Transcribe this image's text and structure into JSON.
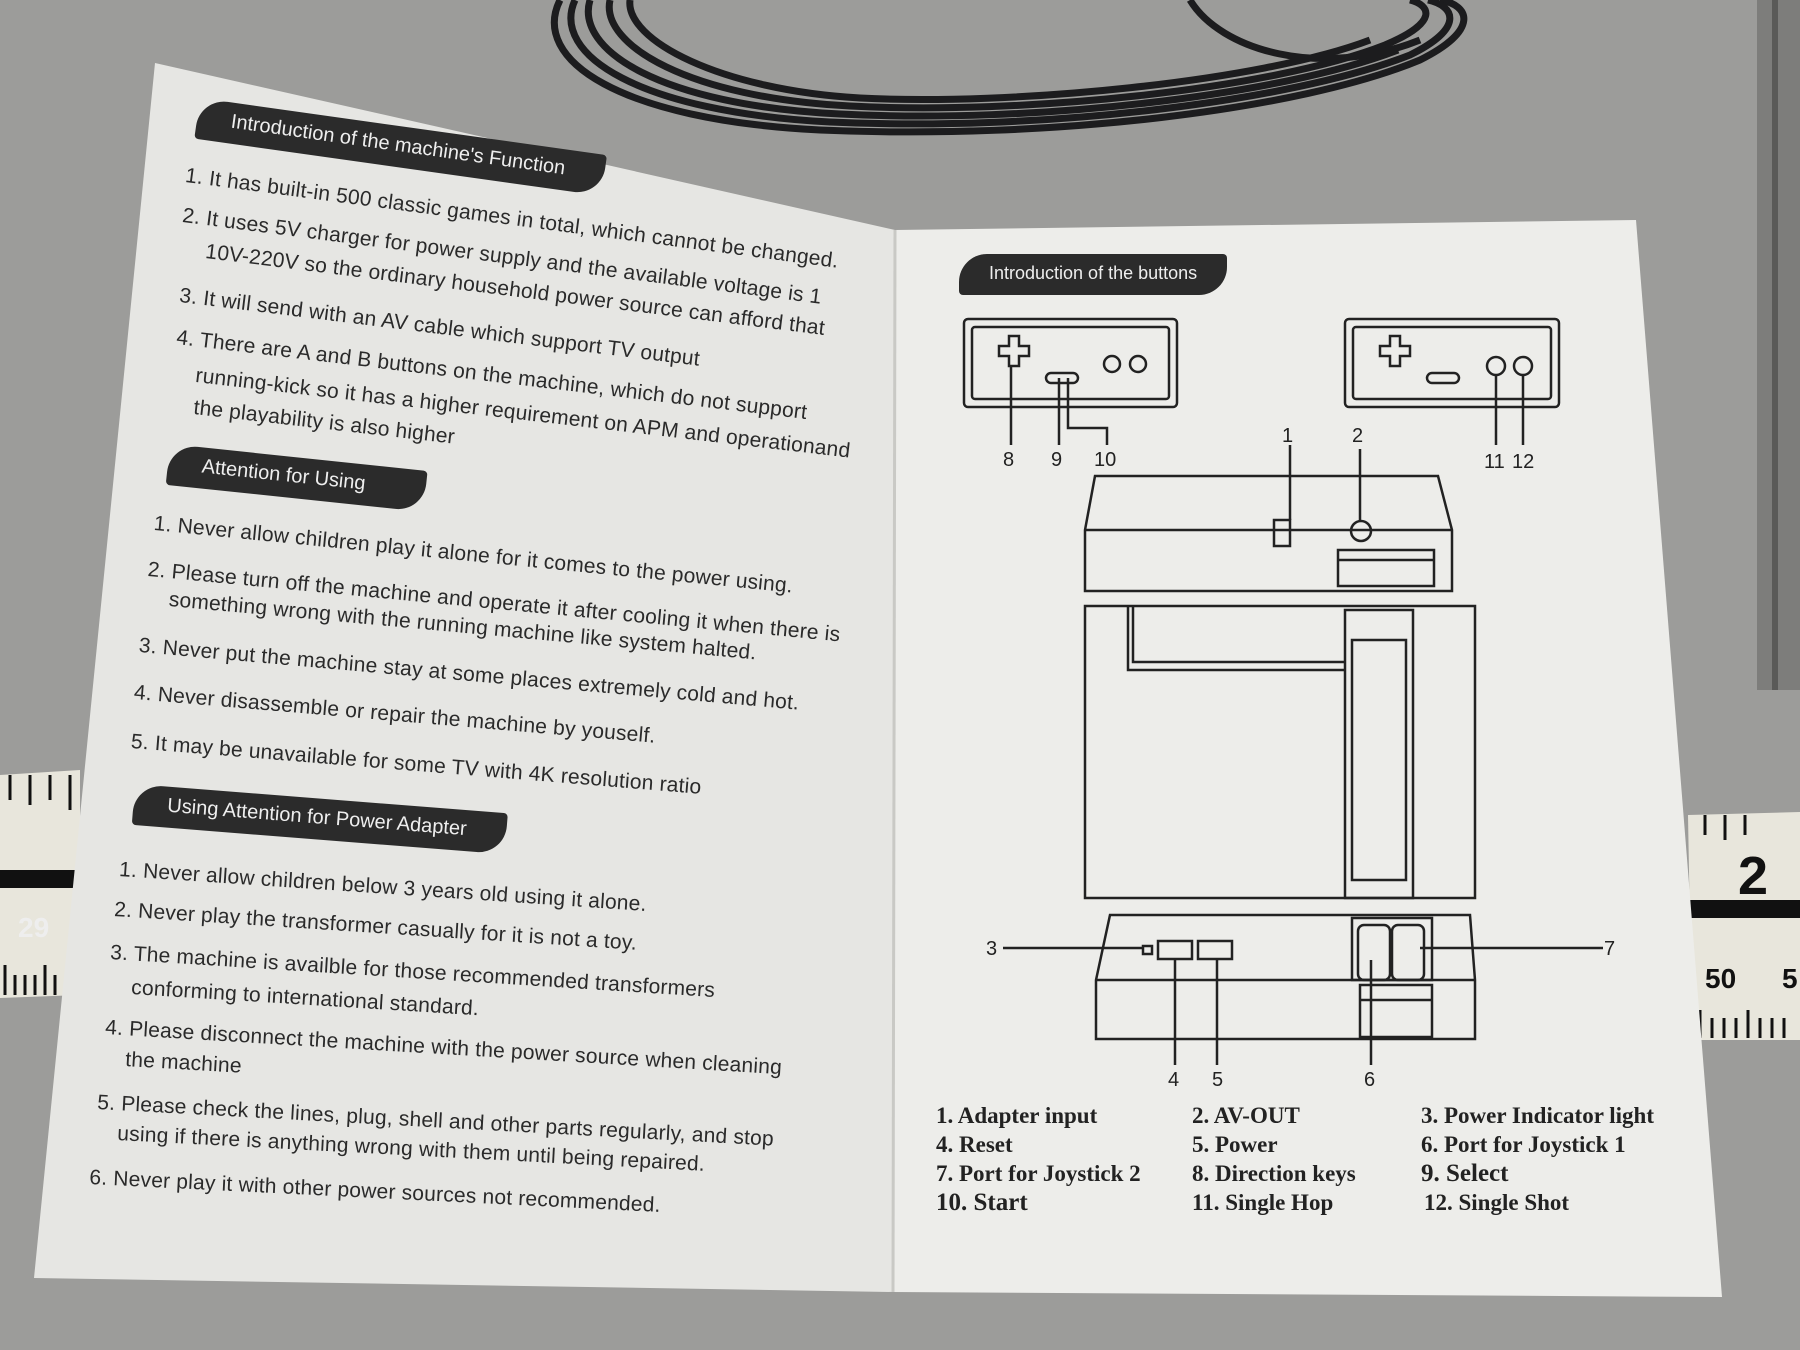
{
  "left_page": {
    "sections": [
      {
        "title": "Introduction of the machine's Function",
        "lines": [
          "1. It has built-in 500 classic games in total, which cannot be changed.",
          "2. It uses 5V charger for power supply and the available voltage is 1",
          "10V-220V so the ordinary household power source can afford that",
          "3. It will send with an AV cable which support TV output",
          "4. There are A and B buttons on the machine, which do not support",
          "running-kick so it has a higher requirement on APM and operationand",
          "the playability is also higher"
        ]
      },
      {
        "title": "Attention for Using",
        "lines": [
          "1. Never allow children play it alone for it comes to the power using.",
          "2. Please turn off the machine and operate it after cooling it when there is",
          "something wrong with the running machine like system halted.",
          "3. Never put the machine stay at some places extremely cold and hot.",
          "4. Never disassemble or repair the machine by youself.",
          "5. It may be unavailable for some TV with 4K resolution ratio"
        ]
      },
      {
        "title": "Using Attention for Power Adapter",
        "lines": [
          "1. Never allow children below 3 years old using it alone.",
          "2. Never play the transformer casually for it is not a toy.",
          "3. The machine is availble for those recommended transformers",
          "conforming to international standard.",
          "4. Please disconnect the machine with the power source when cleaning",
          "the machine",
          "5. Please check the lines, plug, shell and other parts regularly, and stop",
          "using if there is anything wrong with them until being repaired.",
          "6. Never play it with other power sources not recommended."
        ]
      }
    ]
  },
  "right_page": {
    "title": "Introduction of the buttons",
    "callouts": [
      "1",
      "2",
      "3",
      "4",
      "5",
      "6",
      "7",
      "8",
      "9",
      "10",
      "11",
      "12"
    ],
    "legend": [
      "1. Adapter input",
      "2. AV-OUT",
      "3. Power Indicator light",
      "4. Reset",
      "5. Power",
      "6. Port for Joystick 1",
      "7. Port for Joystick 2",
      "8. Direction keys",
      "9. Select",
      "10. Start",
      "11. Single Hop",
      "12. Single Shot"
    ]
  },
  "rulers": {
    "left_mark": "29",
    "right_mark_top": "2",
    "right_mark_bottom": "50",
    "right_mark_edge": "5"
  },
  "colors": {
    "background": "#9c9c9a",
    "paper": "#e9e9e6",
    "ink": "#2a2a2a",
    "header_pill": "#2b2b2b"
  }
}
